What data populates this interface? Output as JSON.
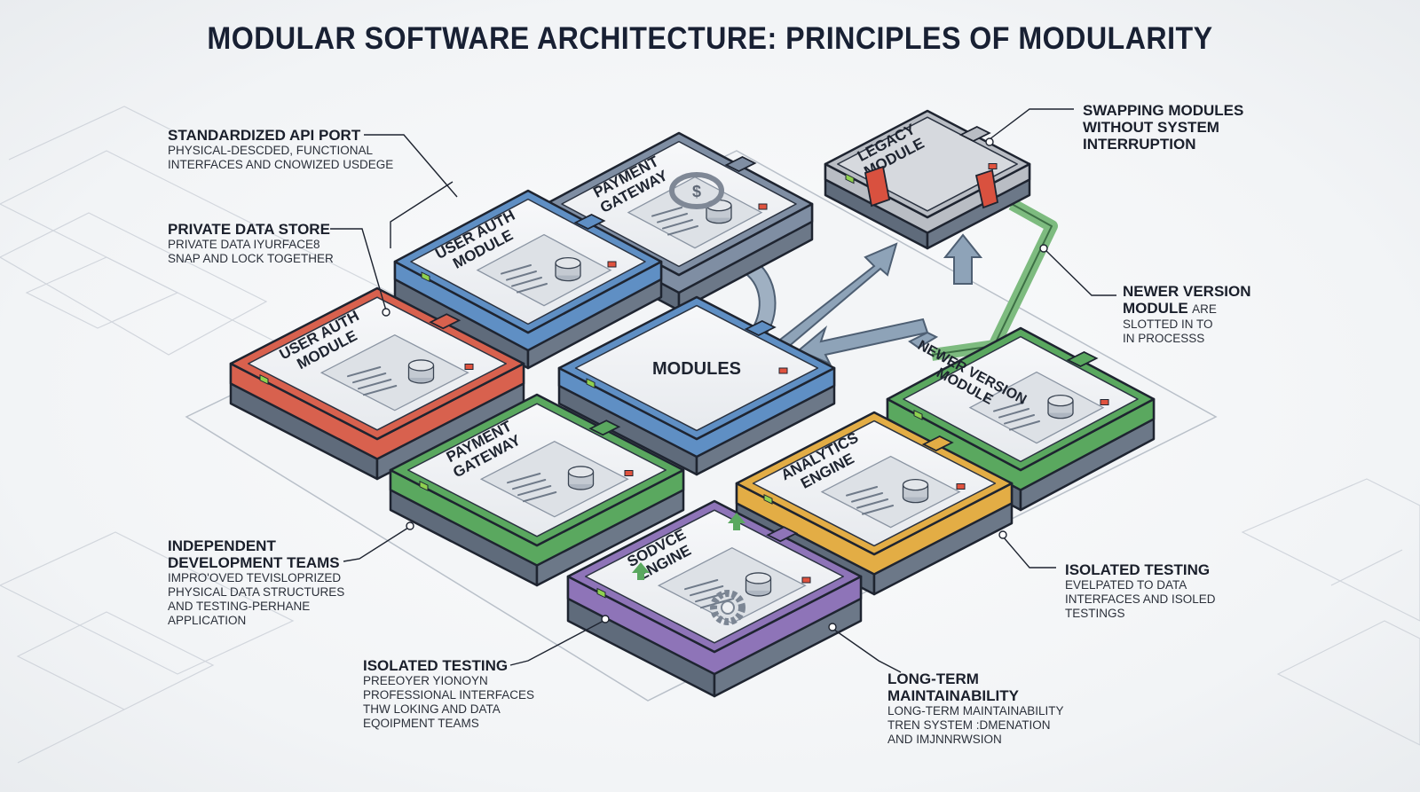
{
  "title": "MODULAR SOFTWARE ARCHITECTURE: PRINCIPLES OF MODULARITY",
  "colors": {
    "red": "#d8614e",
    "blue": "#5f8fc4",
    "green": "#5aa85f",
    "yellow": "#e3ad45",
    "purple": "#8e74b8",
    "slate": "#7f8ea3",
    "legacy_gray": "#b9bdc4",
    "clip_red": "#d9513f"
  },
  "modules": {
    "center": "MODULES",
    "payment_gateway_top": [
      "PAYMENT",
      "GATEWAY"
    ],
    "user_auth_blue": [
      "USER AUTH",
      "MODULE"
    ],
    "user_auth_red": [
      "USER AUTH",
      "MODULE"
    ],
    "payment_gateway_green": [
      "PAYMENT",
      "GATEWAY"
    ],
    "analytics_engine": [
      "ANALYTICS",
      "ENGINE"
    ],
    "source_engine": [
      "SODVCE",
      "ENGINE"
    ],
    "newer_version": [
      "NEWER VERSION",
      "MODULE"
    ],
    "legacy": [
      "LEGACY",
      "MODULE"
    ]
  },
  "callouts": {
    "api_port": {
      "heading": "STANDARDIZED API PORT",
      "body": [
        "PHYSICAL-DESCDED, FUNCTIONAL",
        "INTERFACES AND CNOWIZED USDEGE"
      ]
    },
    "private_store": {
      "heading": "PRIVATE DATA STORE",
      "body": [
        "PRIVATE DATA IYURFACE8",
        "SNAP AND LOCK TOGETHER"
      ]
    },
    "swapping": {
      "heading": [
        "SWAPPING MODULES",
        "WITHOUT SYSTEM",
        "INTERRUPTION"
      ]
    },
    "newer": {
      "heading": [
        "NEWER VERSION",
        "MODULE"
      ],
      "heading_suffix": "ARE",
      "body": [
        "SLOTTED IN TO",
        "IN PROCESSS"
      ]
    },
    "independent": {
      "heading": [
        "INDEPENDENT",
        "DEVELOPMENT TEAMS"
      ],
      "body": [
        "IMPRO'OVED TEVISLOPRIZED",
        "PHYSICAL DATA STRUCTURES",
        "AND TESTING-PERHANE",
        "APPLICATION"
      ]
    },
    "isolated_left": {
      "heading": "ISOLATED TESTING",
      "body": [
        "PREEOYER YIONOYN",
        "PROFESSIONAL INTERFACES",
        "THW LOKING AND DATA",
        "EQOIPMENT TEAMS"
      ]
    },
    "isolated_right": {
      "heading": "ISOLATED TESTING",
      "body": [
        "EVELPATED TO DATA",
        "INTERFACES AND ISOLED",
        "TESTINGS"
      ]
    },
    "long_term": {
      "heading": [
        "LONG-TERM",
        "MAINTAINABILITY"
      ],
      "body": [
        "LONG-TERM MAINTAINABILITY",
        "TREN SYSTEM :DMENATION",
        "AND IMJNNRWSION"
      ]
    }
  }
}
